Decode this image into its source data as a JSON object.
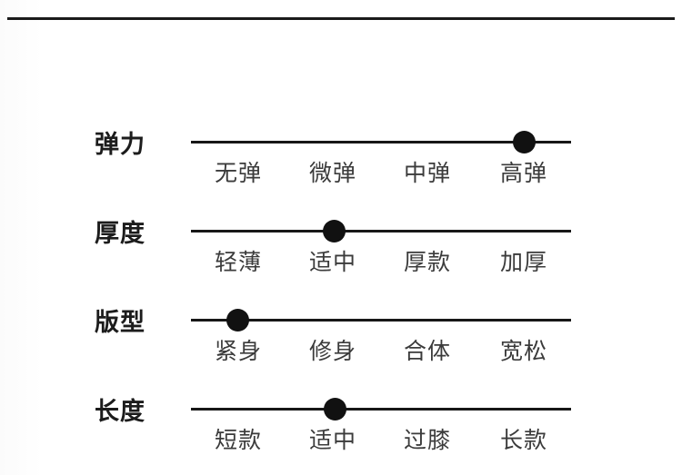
{
  "page": {
    "background_color": "#ffffff",
    "accent_color": "#111111",
    "label_color": "#1c1c1c",
    "option_color": "#3b3b3b",
    "top_rule": "divider"
  },
  "spec_rows": [
    {
      "name": "elasticity",
      "label": "弹力",
      "options": [
        "无弹",
        "微弹",
        "中弹",
        "高弹"
      ],
      "selected_index": 3,
      "selected_value": "高弹"
    },
    {
      "name": "thickness",
      "label": "厚度",
      "options": [
        "轻薄",
        "适中",
        "厚款",
        "加厚"
      ],
      "selected_index": 1,
      "selected_value": "适中"
    },
    {
      "name": "fit",
      "label": "版型",
      "options": [
        "紧身",
        "修身",
        "合体",
        "宽松"
      ],
      "selected_index": 0,
      "selected_value": "紧身"
    },
    {
      "name": "length",
      "label": "长度",
      "options": [
        "短款",
        "适中",
        "过膝",
        "长款"
      ],
      "selected_index": 1,
      "selected_value": "适中"
    }
  ]
}
